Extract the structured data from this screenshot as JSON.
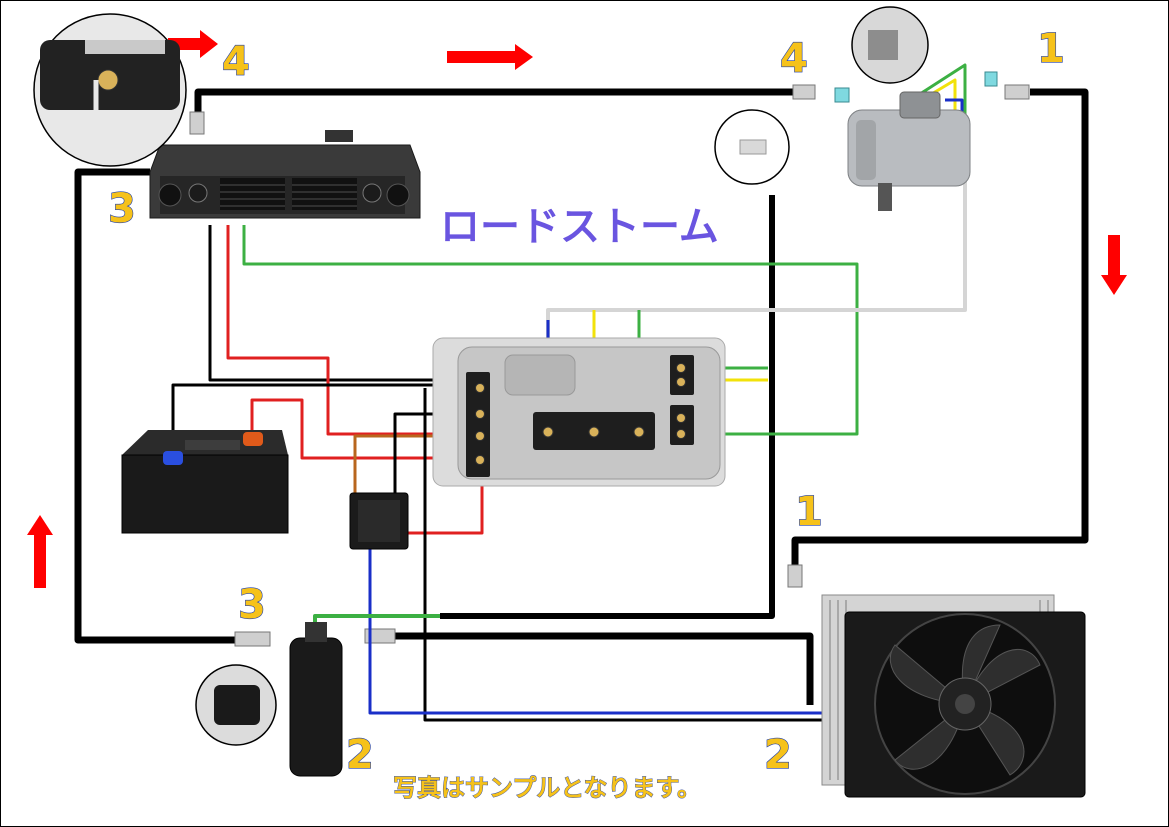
{
  "brand": "ロードストーム",
  "caption": "写真はサンプルとなります。",
  "labels": {
    "top_left_4": "4",
    "compressor_4": "4",
    "compressor_1": "1",
    "unit_3": "3",
    "condenser_1": "1",
    "drier_3": "3",
    "drier_2": "2",
    "condenser_2": "2"
  },
  "components": [
    "evaporator-unit",
    "compressor",
    "controller-board",
    "battery",
    "relay",
    "receiver-drier",
    "condenser-fan"
  ],
  "colors": {
    "hose": "#000000",
    "arrow": "#ff0000",
    "wire_red": "#e02020",
    "wire_green": "#3cb043",
    "wire_yellow": "#f2e20a",
    "wire_blue": "#1a2fc8",
    "wire_white": "#d8d8d8",
    "wire_brown": "#b8661e",
    "label_fill": "#f6c21a",
    "label_outline": "#1f3fae",
    "brand_text": "#6a55e0"
  }
}
